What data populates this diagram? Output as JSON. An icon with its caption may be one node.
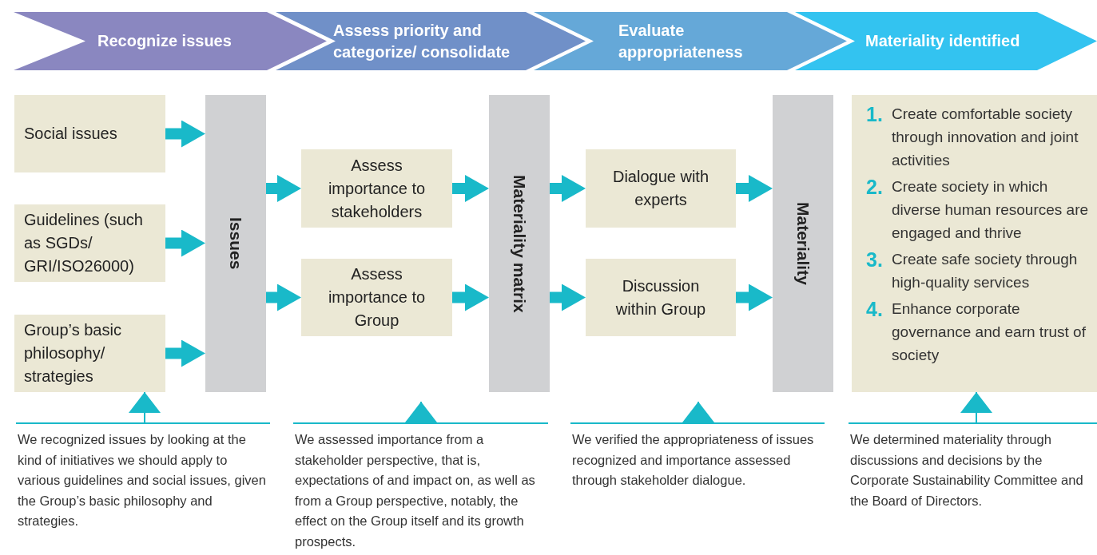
{
  "diagram": {
    "nodes": [
      {
        "text": [
          "Recognize issues"
        ]
      },
      {
        "text": [
          "Assess priority and categorize/ consolidate"
        ]
      },
      {
        "text": [
          "Evaluate appropriateness"
        ]
      },
      {
        "text": [
          "Materiality identified"
        ]
      },
      {
        "text": [
          "Social issues"
        ]
      },
      {
        "text": [
          "Guidelines (such as SGDs/ GRI/ISO26000)"
        ]
      },
      {
        "text": [
          "Group’s basic philosophy/ strategies"
        ]
      },
      {
        "text": [
          "Issues"
        ]
      },
      {
        "text": [
          "Assess importance to stakeholders"
        ]
      },
      {
        "text": [
          "Assess importance to Group"
        ]
      },
      {
        "text": [
          "Materiality matrix"
        ]
      },
      {
        "text": [
          "Dialogue with experts"
        ]
      },
      {
        "text": [
          "Discussion within Group"
        ]
      },
      {
        "text": [
          "Materiality"
        ]
      },
      {
        "text": [
          "1.",
          "Create comfortable society through innovation and joint activities",
          "2.",
          "Create society in which diverse human resources are engaged and thrive",
          "3.",
          "Create safe society through high-quality services",
          "4.",
          "Enhance corporate governance and earn trust of society"
        ]
      },
      {
        "text": [
          "We recognized issues by looking at the kind of initiatives we should apply to various guidelines and social issues, given the Group’s basic philosophy and strategies."
        ]
      },
      {
        "text": [
          "We assessed importance from a stakeholder perspective, that is, expectations of and impact on, as well as from a Group perspective, notably, the effect on the Group itself and its growth prospects."
        ]
      },
      {
        "text": [
          "We verified the appropriateness of issues recognized and importance assessed through stakeholder dialogue."
        ]
      },
      {
        "text": [
          "We determined materiality through discussions and decisions by the Corporate Sustainability Committee and the Board of Directors."
        ]
      }
    ],
    "edges": [
      {
        "from": 4,
        "to": 7,
        "arrow": "to"
      },
      {
        "from": 5,
        "to": 7,
        "arrow": "to"
      },
      {
        "from": 6,
        "to": 7,
        "arrow": "to"
      },
      {
        "from": 7,
        "to": 8,
        "arrow": "to"
      },
      {
        "from": 7,
        "to": 9,
        "arrow": "to"
      },
      {
        "from": 8,
        "to": 10,
        "arrow": "to"
      },
      {
        "from": 9,
        "to": 10,
        "arrow": "to"
      },
      {
        "from": 10,
        "to": 11,
        "arrow": "to"
      },
      {
        "from": 10,
        "to": 12,
        "arrow": "to"
      },
      {
        "from": 11,
        "to": 13,
        "arrow": "to"
      },
      {
        "from": 12,
        "to": 13,
        "arrow": "to"
      },
      {
        "from": 15,
        "to": 6,
        "arrow": "to"
      },
      {
        "from": 16,
        "to": null,
        "arrow": "to"
      },
      {
        "from": 17,
        "to": null,
        "arrow": "to"
      },
      {
        "from": 18,
        "to": 14,
        "arrow": "to"
      }
    ]
  }
}
